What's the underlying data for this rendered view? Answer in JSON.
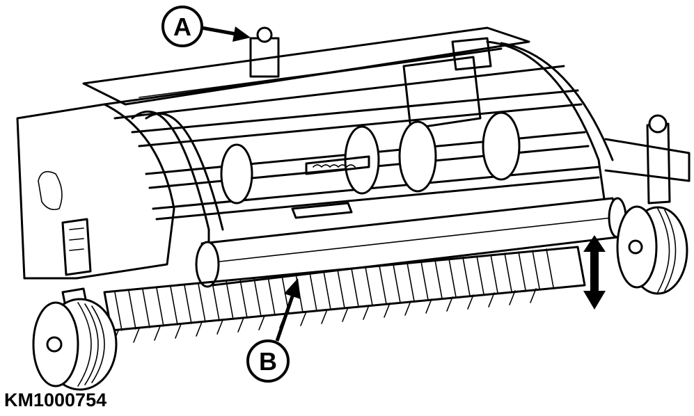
{
  "figure": {
    "id_label": "KM1000754",
    "callouts": [
      {
        "key": "a",
        "letter": "A"
      },
      {
        "key": "b",
        "letter": "B"
      }
    ]
  }
}
